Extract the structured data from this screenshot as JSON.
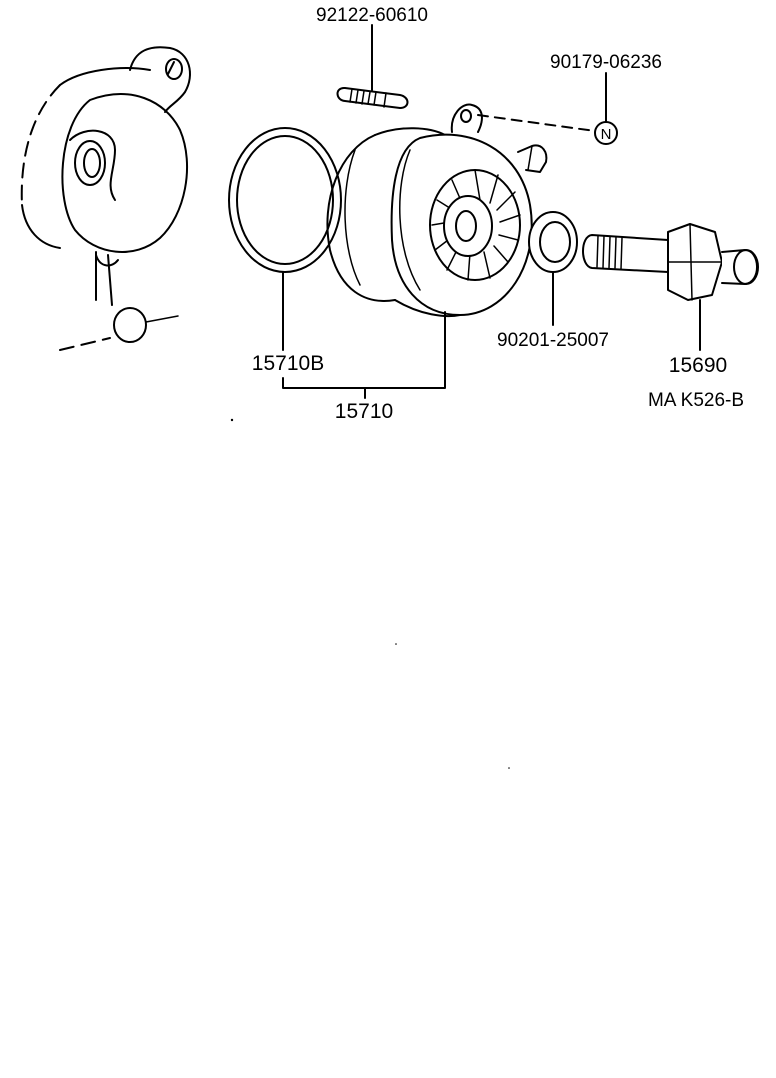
{
  "diagram": {
    "parts": {
      "stud": "92122-60610",
      "nut": "90179-06236",
      "gasket_ring": "15710B",
      "pump_assembly": "15710",
      "washer": "90201-25007",
      "relief_valve": "15690"
    },
    "nut_symbol": "N",
    "reference_code": "MA K526-B",
    "colors": {
      "ink": "#000000",
      "paper": "#ffffff"
    }
  }
}
